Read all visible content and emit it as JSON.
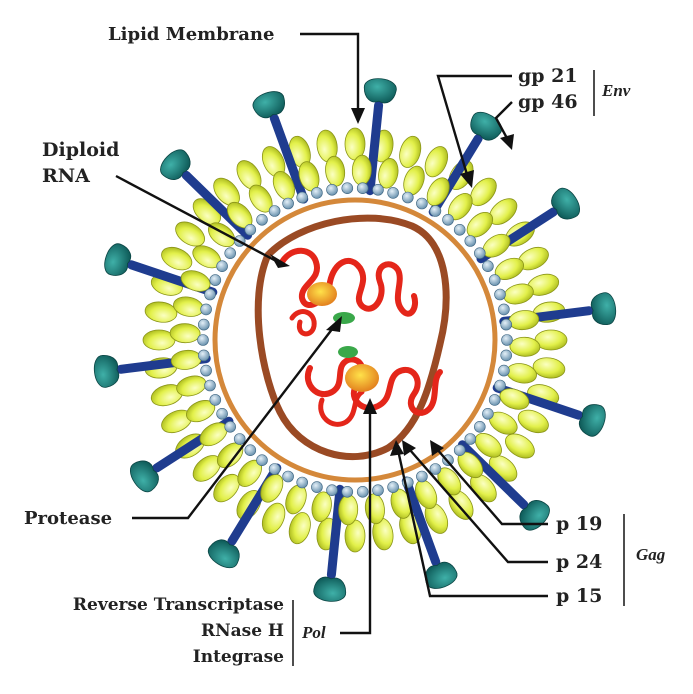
{
  "labels": {
    "lipid_membrane": "Lipid Membrane",
    "gp21": "gp 21",
    "gp46": "gp 46",
    "env": "Env",
    "diploid": "Diploid",
    "rna": "RNA",
    "protease": "Protease",
    "p19": "p 19",
    "p24": "p 24",
    "p15": "p 15",
    "gag": "Gag",
    "reverse_transcriptase": "Reverse Transcriptase",
    "rnase": "RNase H",
    "integrase": "Integrase",
    "pol": "Pol"
  },
  "colors": {
    "lipid_bead": "#e2f04a",
    "head_bead": "#8fb0c6",
    "spike_stem": "#1f3c8f",
    "spike_head": "#1c7a78",
    "capsid": "#d4883a",
    "inner_shell": "#9a4a24",
    "rna": "#e4261a",
    "enzyme": "#f2a41a",
    "protease": "#3aa84a"
  }
}
